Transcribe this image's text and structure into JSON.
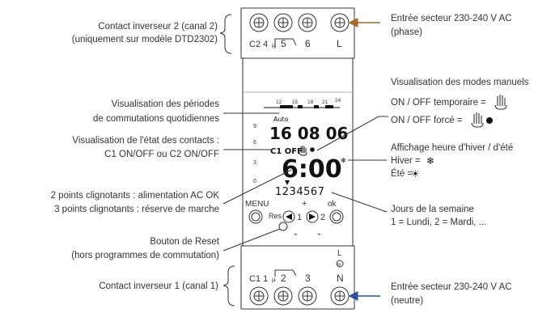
{
  "labels": {
    "c2_line1": "Contact inverseur 2 (canal 2)",
    "c2_line2": "(uniquement sur modèle DTD2302)",
    "periods_line1": "Visualisation des périodes",
    "periods_line2": "de commutations quotidiennes",
    "contacts_line1": "Visualisation de l'état des contacts :",
    "contacts_line2": "C1 ON/OFF ou C2 ON/OFF",
    "dots_line1": "2 points clignotants : alimentation AC OK",
    "dots_line2": "3 points clignotants : réserve de marche",
    "reset_line1": "Bouton de Reset",
    "reset_line2": "(hors programmes de commutation)",
    "c1_line": "Contact inverseur 1 (canal 1)",
    "phase_line1": "Entrée secteur 230-240 V AC",
    "phase_line2": "(phase)",
    "manual_title": "Visualisation des modes manuels",
    "manual_temp": "ON / OFF temporaire =",
    "manual_forced": "ON / OFF forcé =",
    "season_title": "Affichage heure d'hiver / d'été",
    "winter": "Hiver =",
    "summer": "Été =",
    "days_line1": "Jours de la semaine",
    "days_line2": "1 = Lundi, 2 = Mardi, ...",
    "neutral_line1": "Entrée secteur 230-240 V AC",
    "neutral_line2": "(neutre)"
  },
  "device": {
    "top_terminals": [
      "C2 4",
      "5",
      "6",
      "L"
    ],
    "top_mu": "µ",
    "bottom_terminals": [
      "C1 1",
      "2",
      "3",
      "N"
    ],
    "bottom_mu": "µ",
    "bottom_L": "L",
    "bottom_M": "M",
    "scale_ticks": [
      "12",
      "15",
      "18",
      "21",
      "24"
    ],
    "left_ticks": [
      "9",
      "6",
      "3",
      "0"
    ],
    "auto": "Auto",
    "date": "16 08 06",
    "status": "C1 OFF",
    "time": "6:00",
    "days": "1234567",
    "menu": "MENU",
    "ok": "ok",
    "res": "Res",
    "btn_1": "1",
    "btn_2": "2",
    "plus": "+",
    "minus": "−"
  },
  "colors": {
    "phase_arrow": "#a06a28",
    "neutral_arrow": "#2d4fa0",
    "line": "#333333"
  }
}
